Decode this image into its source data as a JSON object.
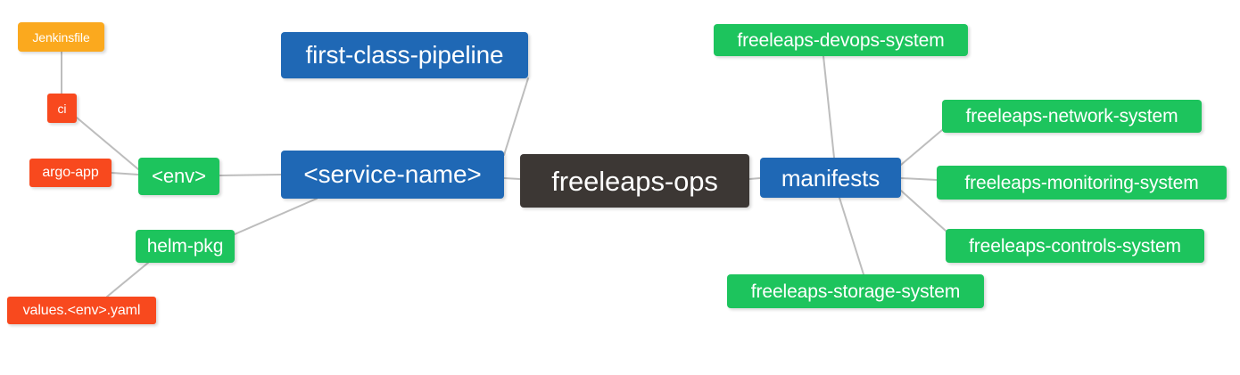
{
  "diagram": {
    "type": "mind-map",
    "title": "freeleaps-ops",
    "background": "#ffffff",
    "edge_color": "#bdbdbd",
    "palette": {
      "root": "#3c3734",
      "blue": "#1f68b5",
      "green": "#1dc45d",
      "red": "#f8491e",
      "orange": "#fba91e",
      "text": "#ffffff"
    },
    "nodes": {
      "root": "freeleaps-ops",
      "service_name": "<service-name>",
      "first_class_pipeline": "first-class-pipeline",
      "env": "<env>",
      "ci": "ci",
      "jenkinsfile": "Jenkinsfile",
      "argo_app": "argo-app",
      "helm_pkg": "helm-pkg",
      "values_yaml": "values.<env>.yaml",
      "manifests": "manifests",
      "devops_system": "freeleaps-devops-system",
      "network_system": "freeleaps-network-system",
      "monitoring_system": "freeleaps-monitoring-system",
      "controls_system": "freeleaps-controls-system",
      "storage_system": "freeleaps-storage-system"
    },
    "edges": [
      {
        "from": "root",
        "to": "service_name"
      },
      {
        "from": "root",
        "to": "manifests"
      },
      {
        "from": "service_name",
        "to": "first_class_pipeline"
      },
      {
        "from": "service_name",
        "to": "env"
      },
      {
        "from": "service_name",
        "to": "helm_pkg"
      },
      {
        "from": "env",
        "to": "ci"
      },
      {
        "from": "env",
        "to": "argo_app"
      },
      {
        "from": "ci",
        "to": "jenkinsfile"
      },
      {
        "from": "helm_pkg",
        "to": "values_yaml"
      },
      {
        "from": "manifests",
        "to": "devops_system"
      },
      {
        "from": "manifests",
        "to": "network_system"
      },
      {
        "from": "manifests",
        "to": "monitoring_system"
      },
      {
        "from": "manifests",
        "to": "controls_system"
      },
      {
        "from": "manifests",
        "to": "storage_system"
      }
    ]
  }
}
